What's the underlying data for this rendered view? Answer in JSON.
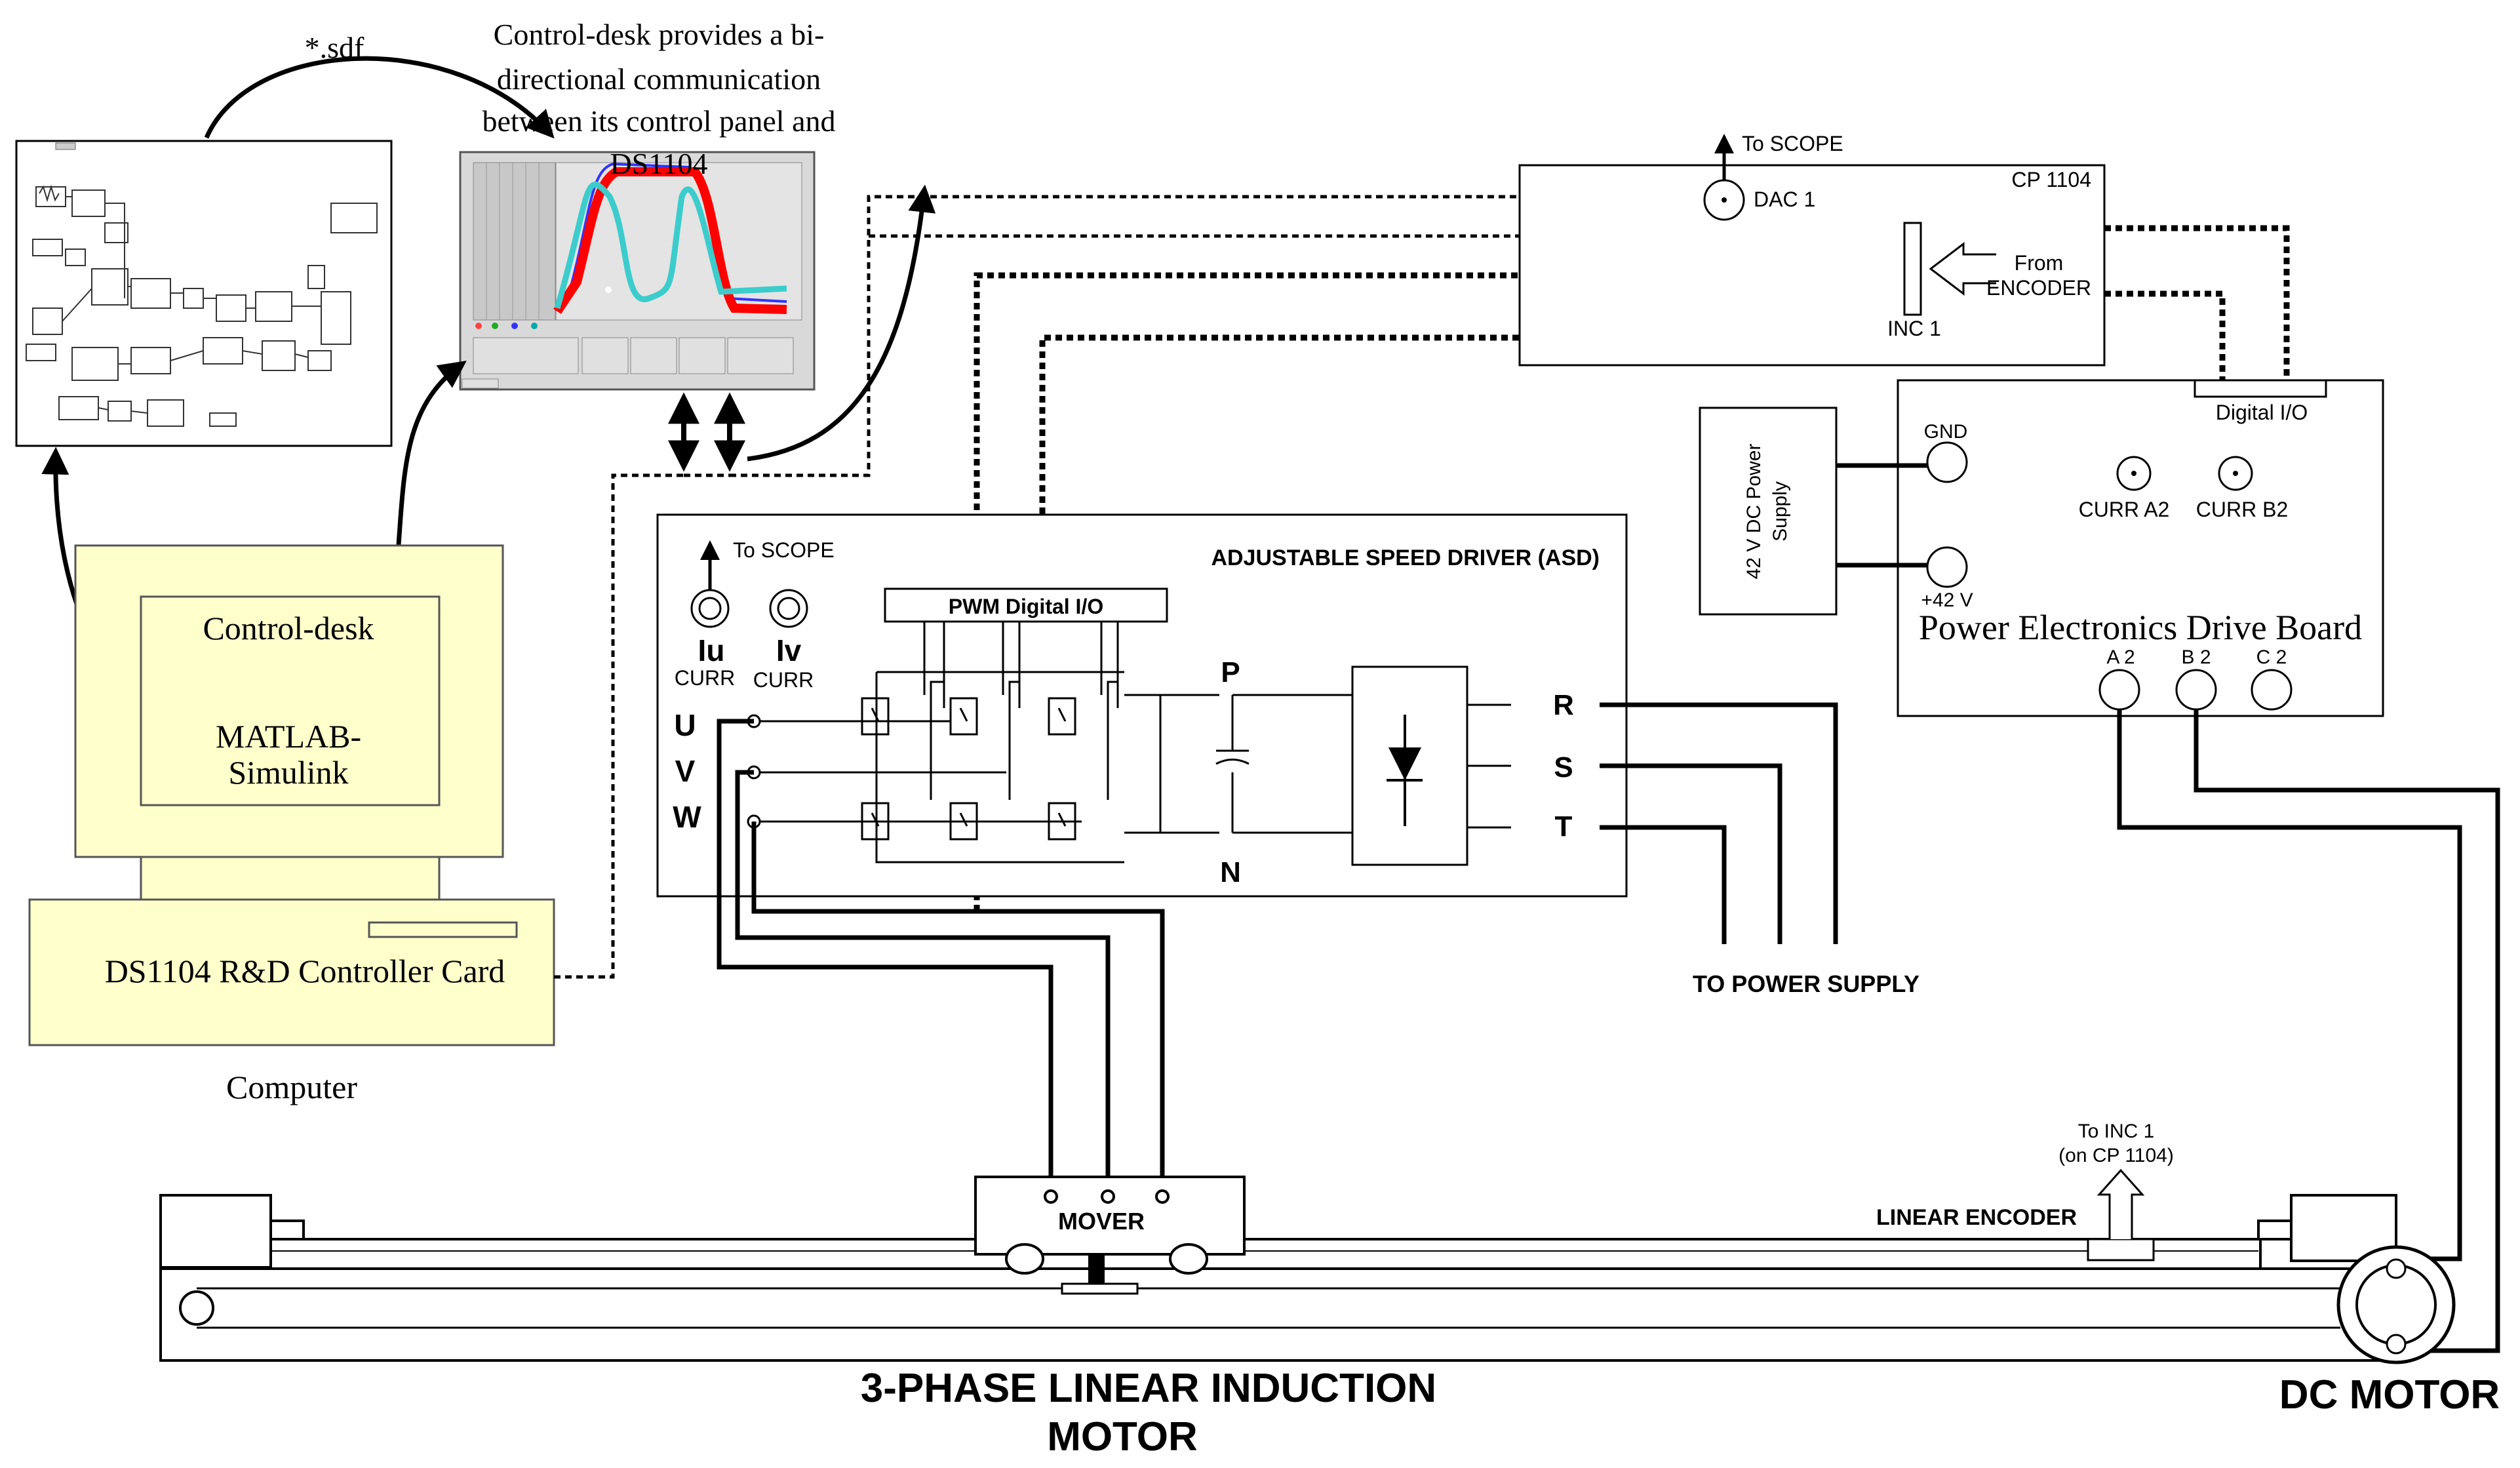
{
  "diagram": {
    "top": {
      "sdf_label": "*.sdf",
      "controldesk_note": [
        "Control-desk provides a bi-",
        "directional communication",
        "between its control panel and",
        "DS1104"
      ]
    },
    "computer": {
      "controldesk": "Control-desk",
      "matlab_line1": "MATLAB-",
      "matlab_line2": "Simulink",
      "card": "DS1104 R&D Controller Card",
      "caption": "Computer"
    },
    "asd": {
      "title": "ADJUSTABLE SPEED DRIVER  (ASD)",
      "to_scope": "To SCOPE",
      "iu": "Iu",
      "iv": "Iv",
      "curr_u": "CURR",
      "curr_v": "CURR",
      "pwm": "PWM Digital I/O",
      "u": "U",
      "v": "V",
      "w": "W",
      "p": "P",
      "n": "N",
      "r": "R",
      "s": "S",
      "t": "T"
    },
    "cp1104": {
      "title": "CP 1104",
      "to_scope": "To SCOPE",
      "dac": "DAC 1",
      "inc": "INC 1",
      "from": "From",
      "encoder": "ENCODER"
    },
    "board": {
      "digital_io": "Digital I/O",
      "gnd": "GND",
      "plus42": "+42 V",
      "curr_a2": "CURR A2",
      "curr_b2": "CURR B2",
      "title": "Power Electronics Drive Board",
      "a2": "A 2",
      "b2": "B 2",
      "c2": "C 2",
      "psu_line1": "42 V DC Power",
      "psu_line2": "Supply"
    },
    "power_supply": "TO POWER SUPPLY",
    "rail": {
      "mover": "MOVER",
      "to_inc_line1": "To INC 1",
      "to_inc_line2": "(on CP 1104)",
      "linear_encoder": "LINEAR ENCODER"
    },
    "captions": {
      "lim_line1": "3-PHASE LINEAR INDUCTION",
      "lim_line2": "MOTOR",
      "dc_motor": "DC MOTOR"
    }
  }
}
